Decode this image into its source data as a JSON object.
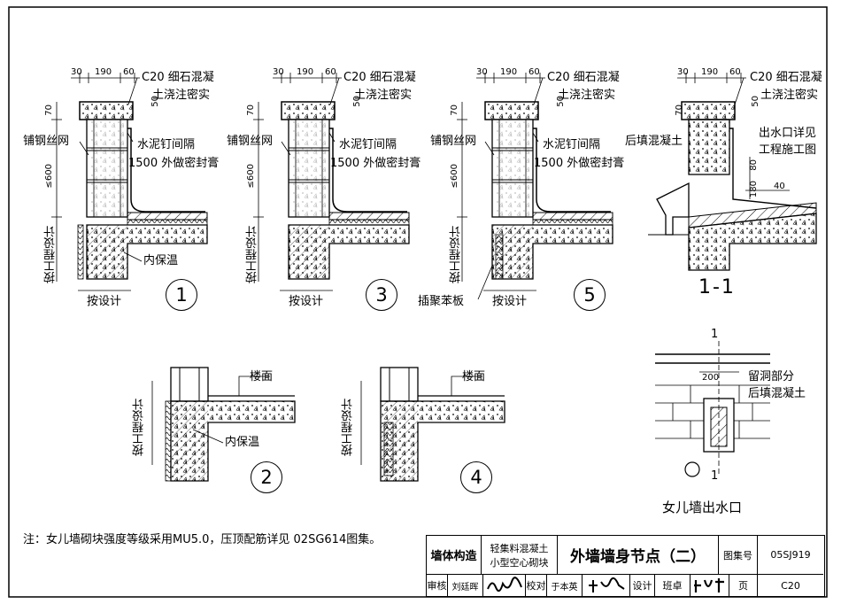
{
  "details": {
    "d1": {
      "num": "1"
    },
    "d2": {
      "num": "2"
    },
    "d3": {
      "num": "3"
    },
    "d4": {
      "num": "4"
    },
    "d5": {
      "num": "5"
    },
    "d11": {
      "title": "1-1"
    }
  },
  "dims": {
    "d30": "30",
    "d190": "190",
    "d60": "60",
    "d70": "70",
    "d50": "50",
    "d600": "≤600",
    "d200": "200",
    "d80": "80",
    "d180": "180",
    "d40": "40"
  },
  "labels": {
    "c20_line1": "C20 细石混凝",
    "c20_line2": "土浇注密实",
    "wire_mesh": "铺钢丝网",
    "nail1": "水泥钉间隔",
    "nail2": "1500 外做密封膏",
    "by_design_v": "按工程设计",
    "by_design_h": "按设计",
    "inner_insul": "内保温",
    "polystyrene": "插聚苯板",
    "backfill": "后填混凝土",
    "outlet1": "出水口详见",
    "outlet2": "工程施工图",
    "floor": "楼面",
    "hole1": "留洞部分",
    "hole2": "后填混凝土",
    "sec_mark": "1",
    "outlet_title": "女儿墙出水口"
  },
  "note": "注：女儿墙砌块强度等级采用MU5.0，压顶配筋详见 02SG614图集。",
  "title_block": {
    "category": "墙体构造",
    "sub1": "轻集料混凝土",
    "sub2": "小型空心砌块",
    "title": "外墙墙身节点（二）",
    "atlas_label": "图集号",
    "atlas_no": "05SJ919",
    "review": "审核",
    "reviewer": "刘廷晖",
    "check": "校对",
    "checker": "于本英",
    "design": "设计",
    "designer": "班卓",
    "page_label": "页",
    "page_no": "C20"
  }
}
